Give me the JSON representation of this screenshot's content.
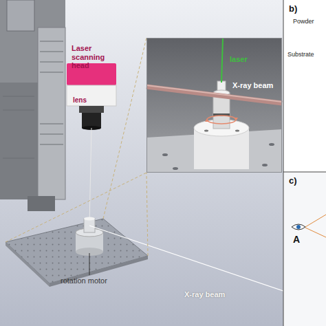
{
  "diagram": {
    "nodes": [
      {
        "text": [
          "laser",
          "X-ray beam"
        ]
      },
      {
        "text": [
          "b)",
          "Powder",
          "Substrate"
        ]
      },
      {
        "text": [
          "c)",
          "A"
        ]
      }
    ],
    "labels": [
      "Laser scanning head",
      "lens",
      "rotation motor",
      "X-ray beam"
    ]
  }
}
